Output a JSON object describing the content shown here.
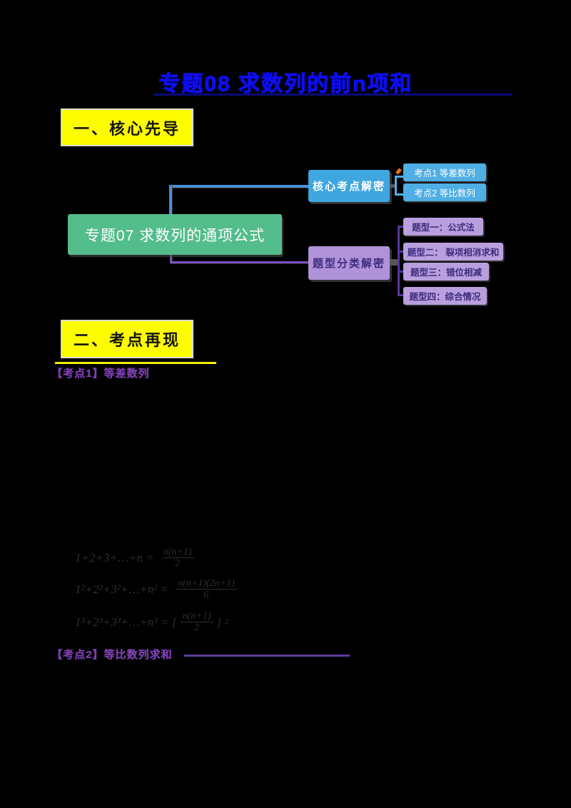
{
  "title": {
    "text": "专题08 求数列的前n项和"
  },
  "sections": {
    "section1_label": "一、核心先导",
    "section2_label": "二、考点再现"
  },
  "mindmap": {
    "root_label": "专题07 求数列的通项公式",
    "branch_top": {
      "label": "核心考点解密",
      "children": [
        "考点1 等差数列",
        "考点2 等比数列"
      ]
    },
    "branch_bottom": {
      "label": "题型分类解密",
      "children": [
        "题型一：公式法",
        "题型二： 裂项相消求和",
        "题型三：错位相减",
        "题型四：综合情况"
      ]
    }
  },
  "kaodian": {
    "heading1": "【考点1】等差数列",
    "heading2": "【考点2】等比数列求和",
    "formulas": [
      {
        "lhs": "1+2+3+…+n =",
        "open": "",
        "num": "n(n+1)",
        "den": "2",
        "close": "",
        "sup": ""
      },
      {
        "lhs": "1²+2²+3²+…+n² =",
        "open": "",
        "num": "n(n+1)(2n+1)",
        "den": "6",
        "close": "",
        "sup": ""
      },
      {
        "lhs": "1³+2³+3³+…+n³ =",
        "open": "[",
        "num": "n(n+1)",
        "den": "2",
        "close": "]",
        "sup": "2"
      }
    ]
  },
  "colors": {
    "title_blue": "#0d0dee",
    "section_yellow": "#fdfd00",
    "root_green": "#53bd8b",
    "branch_blue": "#3fa6e0",
    "branch_purple": "#af92d8",
    "heading_purple": "#7b3fb0"
  }
}
